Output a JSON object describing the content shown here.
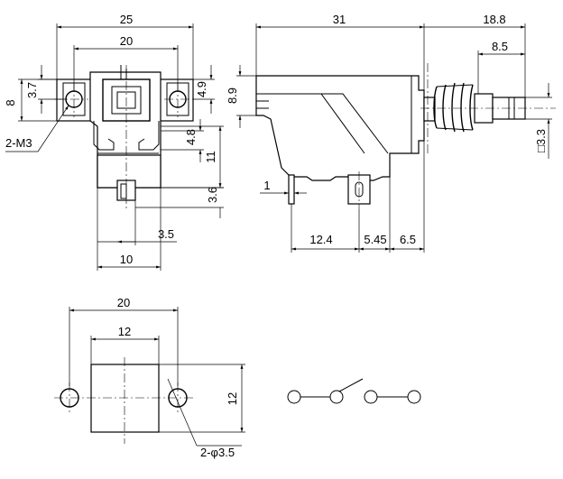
{
  "front_view": {
    "width_total": "25",
    "width_mount": "20",
    "height_flange": "8",
    "hole_offset": "3.7",
    "top_offset": "4.9",
    "mid_gap": "4.8",
    "body_height": "11",
    "pin_height": "3.6",
    "pin_offset": "3.5",
    "base_width": "10",
    "mount_holes": "2-M3"
  },
  "side_view": {
    "body_length": "31",
    "plunger_length": "18.8",
    "plunger_tip": "8.5",
    "body_height": "8.9",
    "plunger_square": "□3.3",
    "pin_thickness": "1",
    "pin_spacing_1": "12.4",
    "pin_spacing_2": "5.45",
    "pin_spacing_3": "6.5"
  },
  "panel_cutout": {
    "hole_spacing": "20",
    "square_width": "12",
    "square_height": "12",
    "holes": "2-φ3.5"
  }
}
